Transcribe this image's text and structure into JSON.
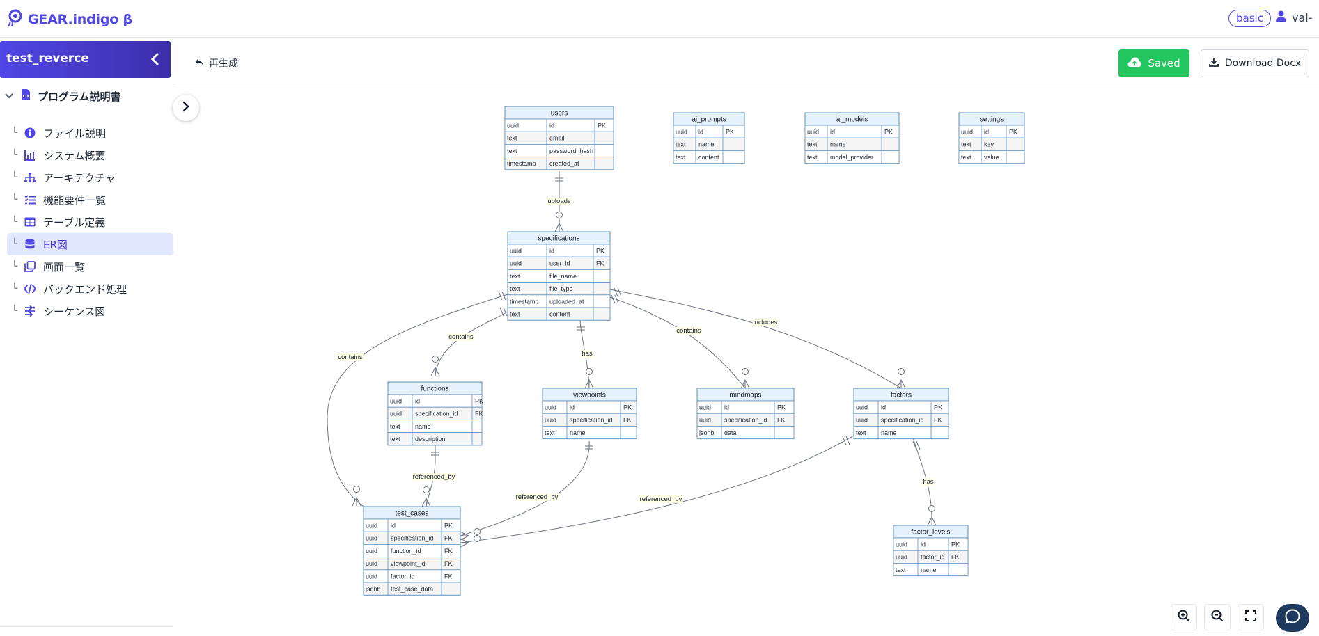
{
  "app": {
    "title": "GEAR.indigo β",
    "plan_badge": "basic",
    "username": "val-"
  },
  "sidebar": {
    "project_name": "test_reverce",
    "root_label": "プログラム説明書",
    "items": [
      {
        "label": "ファイル説明",
        "icon": "info-icon"
      },
      {
        "label": "システム概要",
        "icon": "bar-chart-icon"
      },
      {
        "label": "アーキテクチャ",
        "icon": "sitemap-icon"
      },
      {
        "label": "機能要件一覧",
        "icon": "checklist-icon"
      },
      {
        "label": "テーブル定義",
        "icon": "table-icon"
      },
      {
        "label": "ER図",
        "icon": "database-icon",
        "active": true
      },
      {
        "label": "画面一覧",
        "icon": "copy-icon"
      },
      {
        "label": "バックエンド処理",
        "icon": "code-icon"
      },
      {
        "label": "シーケンス図",
        "icon": "sequence-icon"
      }
    ]
  },
  "toolbar": {
    "regenerate_label": "再生成",
    "saved_label": "Saved",
    "download_label": "Download Docx"
  },
  "colors": {
    "accent": "#4f46e5",
    "saved": "#22c55e",
    "entity_header": "#e6f2fb",
    "entity_border": "#5b8fc0"
  },
  "er": {
    "entities": [
      {
        "name": "users",
        "rows": [
          [
            "uuid",
            "id",
            "PK"
          ],
          [
            "text",
            "email",
            ""
          ],
          [
            "text",
            "password_hash",
            ""
          ],
          [
            "timestamp",
            "created_at",
            ""
          ]
        ]
      },
      {
        "name": "ai_prompts",
        "rows": [
          [
            "uuid",
            "id",
            "PK"
          ],
          [
            "text",
            "name",
            ""
          ],
          [
            "text",
            "content",
            ""
          ]
        ]
      },
      {
        "name": "ai_models",
        "rows": [
          [
            "uuid",
            "id",
            "PK"
          ],
          [
            "text",
            "name",
            ""
          ],
          [
            "text",
            "model_provider",
            ""
          ]
        ]
      },
      {
        "name": "settings",
        "rows": [
          [
            "uuid",
            "id",
            "PK"
          ],
          [
            "text",
            "key",
            ""
          ],
          [
            "text",
            "value",
            ""
          ]
        ]
      },
      {
        "name": "specifications",
        "rows": [
          [
            "uuid",
            "id",
            "PK"
          ],
          [
            "uuid",
            "user_id",
            "FK"
          ],
          [
            "text",
            "file_name",
            ""
          ],
          [
            "text",
            "file_type",
            ""
          ],
          [
            "timestamp",
            "uploaded_at",
            ""
          ],
          [
            "text",
            "content",
            ""
          ]
        ]
      },
      {
        "name": "functions",
        "rows": [
          [
            "uuid",
            "id",
            "PK"
          ],
          [
            "uuid",
            "specification_id",
            "FK"
          ],
          [
            "text",
            "name",
            ""
          ],
          [
            "text",
            "description",
            ""
          ]
        ]
      },
      {
        "name": "viewpoints",
        "rows": [
          [
            "uuid",
            "id",
            "PK"
          ],
          [
            "uuid",
            "specification_id",
            "FK"
          ],
          [
            "text",
            "name",
            ""
          ]
        ]
      },
      {
        "name": "mindmaps",
        "rows": [
          [
            "uuid",
            "id",
            "PK"
          ],
          [
            "uuid",
            "specification_id",
            "FK"
          ],
          [
            "jsonb",
            "data",
            ""
          ]
        ]
      },
      {
        "name": "factors",
        "rows": [
          [
            "uuid",
            "id",
            "PK"
          ],
          [
            "uuid",
            "specification_id",
            "FK"
          ],
          [
            "text",
            "name",
            ""
          ]
        ]
      },
      {
        "name": "test_cases",
        "rows": [
          [
            "uuid",
            "id",
            "PK"
          ],
          [
            "uuid",
            "specification_id",
            "FK"
          ],
          [
            "uuid",
            "function_id",
            "FK"
          ],
          [
            "uuid",
            "viewpoint_id",
            "FK"
          ],
          [
            "uuid",
            "factor_id",
            "FK"
          ],
          [
            "jsonb",
            "test_case_data",
            ""
          ]
        ]
      },
      {
        "name": "factor_levels",
        "rows": [
          [
            "uuid",
            "id",
            "PK"
          ],
          [
            "uuid",
            "factor_id",
            "FK"
          ],
          [
            "text",
            "name",
            ""
          ]
        ]
      }
    ],
    "relationships": [
      {
        "from": "users",
        "to": "specifications",
        "label": "uploads"
      },
      {
        "from": "specifications",
        "to": "functions",
        "label": "contains"
      },
      {
        "from": "specifications",
        "to": "test_cases",
        "label": "contains"
      },
      {
        "from": "specifications",
        "to": "viewpoints",
        "label": "has"
      },
      {
        "from": "specifications",
        "to": "mindmaps",
        "label": "contains"
      },
      {
        "from": "specifications",
        "to": "factors",
        "label": "includes"
      },
      {
        "from": "functions",
        "to": "test_cases",
        "label": "referenced_by"
      },
      {
        "from": "viewpoints",
        "to": "test_cases",
        "label": "referenced_by"
      },
      {
        "from": "factors",
        "to": "test_cases",
        "label": "referenced_by"
      },
      {
        "from": "factors",
        "to": "factor_levels",
        "label": "has"
      }
    ]
  }
}
